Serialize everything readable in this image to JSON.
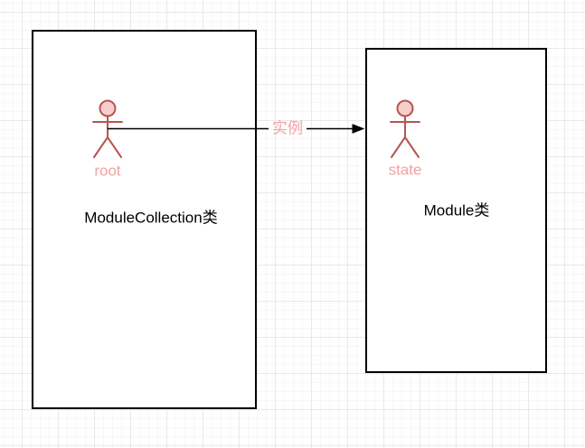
{
  "diagram": {
    "left_class": {
      "title": "ModuleCollection类",
      "actor": {
        "label": "root"
      }
    },
    "right_class": {
      "title": "Module类",
      "actor": {
        "label": "state"
      }
    },
    "edge": {
      "label": "实例"
    }
  },
  "colors": {
    "actor_fill": "#f8cecc",
    "actor_stroke": "#b85450",
    "pink_label": "#f2a3a3",
    "box_border": "#000000",
    "edge_line": "#000000",
    "title_text": "#000000",
    "grid_minor": "#f7f7f7",
    "grid_major": "#e9e9e9",
    "canvas_bg": "#ffffff"
  }
}
